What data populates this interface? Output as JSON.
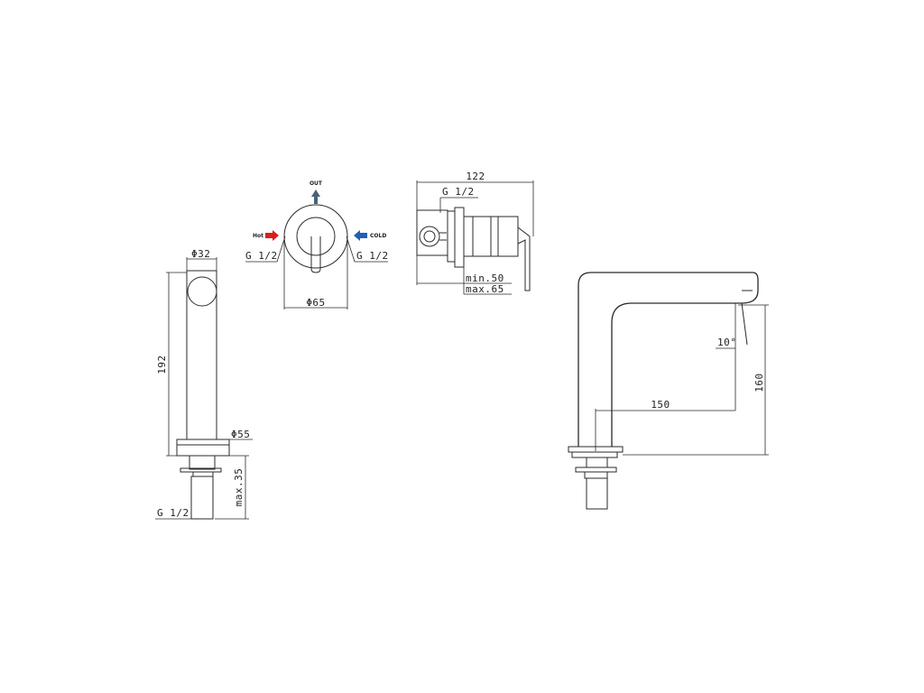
{
  "labels": {
    "d32": "Φ32",
    "h192": "192",
    "d55": "Φ55",
    "max35": "max.35",
    "g12_left": "G 1/2",
    "out": "OUT",
    "hot": "Hot",
    "cold": "COLD",
    "g12_hot": "G 1/2",
    "g12_cold": "G 1/2",
    "d65": "Φ65",
    "w122": "122",
    "g12_side": "G 1/2",
    "min50": "min.50",
    "max65": "max.65",
    "angle10": "10°",
    "reach150": "150",
    "h160": "160"
  },
  "colors": {
    "line": "#2a2a2a",
    "hot_arrow": "#d81e1e",
    "cold_arrow": "#1f5fb5",
    "out_arrow": "#4a5f7a"
  }
}
